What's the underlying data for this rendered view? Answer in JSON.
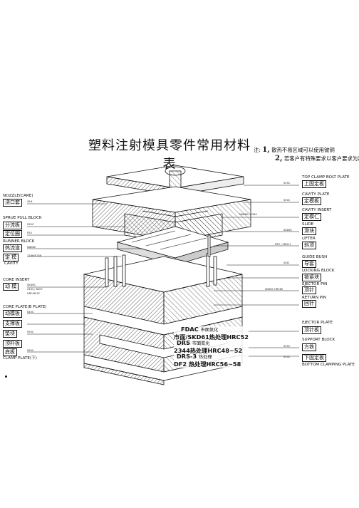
{
  "title": "塑料注射模具零件常用材料表",
  "notes": {
    "prefix": "注:",
    "n1": "1,",
    "t1": "散热不易区域可以使用铍铜",
    "n2": "2,",
    "t2": "若客户有特殊要求以客户要求为准"
  },
  "materials": {
    "l1a": "FDAC",
    "l1b": "市面氮化",
    "l2a": "市面/SKD61",
    "l2b": "热处理HRC52",
    "l3a": "DRS",
    "l3b": "市面氮化",
    "l4a": "2344",
    "l4b": "热处理HRC48~52",
    "l5a": "DRS-3",
    "l5b": "热处理",
    "l6a": "DF2",
    "l6b": "热处理HRC56~58"
  },
  "left_labels": {
    "nozzle_title": "NOZZLE(CARE)",
    "nozzle_box": "浇口套",
    "stripper_title": "SPRUE PULL BLOCK",
    "stripper_box": "分流板",
    "locate_box": "定位圈",
    "runner_title": "RUNNER BLOCK",
    "runner_box": "热流道",
    "cavity_box": "定 模",
    "cavity_sub": "CAVITY",
    "core_title": "CORE INSERT",
    "core_box": "动 模",
    "plate_title": "CORE PLATE(B PLATE)",
    "plate_box": "动模板",
    "support_box": "支撑板",
    "spacer_box": "垫块",
    "ejector_box": "顶杆板",
    "clamp_box": "底板",
    "clamp_sub": "CLAMP PLATE(下)"
  },
  "right_labels": {
    "top_clamp_title": "TOP CLAMP BOLT PLATE",
    "top_clamp_box": "上固定板",
    "cav_plate_title": "CAVITY PLATE",
    "cav_plate_box": "定模板",
    "insert_title": "CAVITY INSERT",
    "insert_box": "定模仁",
    "slide_title": "SLIDE",
    "slide_box": "滑块",
    "lifter_title": "LIFTER",
    "lifter_box": "斜顶",
    "guide_title": "GUIDE BUSH",
    "guide_box": "导套",
    "locking_title": "LOCKING BLOCK",
    "locking_box": "锁紧块",
    "pin_title": "EJECTOR PIN",
    "pin_box": "顶针",
    "return_title": "RETURN PIN",
    "return_box": "回针",
    "ejplate_title": "EJECTOR PLATE",
    "ejplate_box": "顶针板",
    "support_title": "SUPPORT BLOCK",
    "support_box": "方铁",
    "bottom_title": "BOTTOM CLAMPING PLATE",
    "bottom_box": "下固定板"
  },
  "left_small": {
    "s1": "45#",
    "s2": "S50C",
    "s3": "P20",
    "s4": "NAK80",
    "s5": "718H/S136",
    "s6": "SKD61",
    "s7": "2344 / 8407",
    "s8": "HRC48-52",
    "s9": "S45C",
    "s10": "S55C",
    "s11": "S50C"
  },
  "right_small": {
    "r1": "S55C",
    "r2": "S50C",
    "r3": "NAK80 / 2344",
    "r4": "SKD61",
    "r5": "DF2 / SKD11",
    "r6": "SUJ2",
    "r7": "SKD61 HRC60",
    "r8": "S55C",
    "r9": "S50C"
  }
}
